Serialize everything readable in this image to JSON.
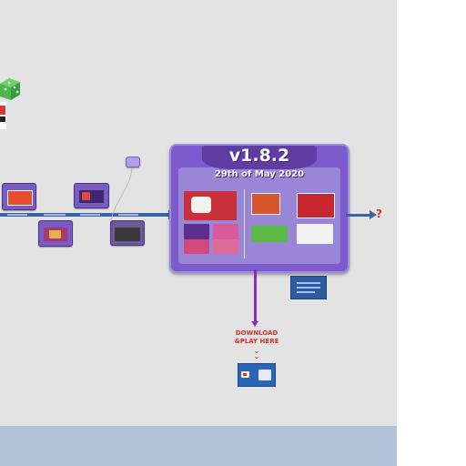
{
  "release": {
    "version": "v1.8.2",
    "date": "29th of May 2020"
  },
  "links": {
    "download_line1": "DOWNLOAD",
    "download_line2": "&PLAY HERE",
    "next": "?"
  },
  "colors": {
    "canvas": "#e3e3e3",
    "footer": "#b2c2d6",
    "card_purple": "#7c5ccd",
    "timeline_blue": "#3a63a3",
    "accent_red": "#d8322a",
    "connector_purple": "#8a2cc4"
  },
  "icons": {
    "dice": "dice-icon",
    "download_chevron": "double-chevron-down-icon"
  }
}
